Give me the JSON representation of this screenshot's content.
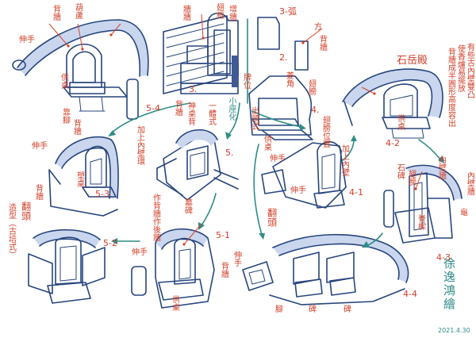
{
  "colors": {
    "ink": "#27457d",
    "annotation": "#d0402a",
    "arrow": "#2f8c86",
    "paper": "#ffffff"
  },
  "sketches": [
    {
      "id": "5-4",
      "number": "5-4",
      "labels": [
        "伸手",
        "背牆",
        "葫蘆",
        "供桌"
      ]
    },
    {
      "id": "3",
      "number": "3.",
      "labels": [
        "牆牆",
        "翅框",
        "增牆",
        "牌位",
        "3-弧",
        "2.",
        "方",
        "背牆"
      ]
    },
    {
      "id": "5-3",
      "number": "5-3",
      "labels": [
        "伸手",
        "背牆",
        "靠腳",
        "塑桌",
        "加上內壁環"
      ]
    },
    {
      "id": "5",
      "number": "5.",
      "labels": [
        "一體式",
        "小座化",
        "背牆",
        "神桌背",
        "出頭式"
      ]
    },
    {
      "id": "4",
      "number": "4.",
      "labels": [
        "菱角",
        "翅膀",
        "供桌"
      ]
    },
    {
      "id": "4-1",
      "number": "4-1",
      "labels": [
        "伸手",
        "加上內壁",
        "翅膀位置",
        "伸手"
      ]
    },
    {
      "id": "4-2",
      "number": "4-2",
      "labels": [
        "石岳殿",
        "有些古內壁雙凸",
        "使香爐易擺放",
        "背牆成半圓形高度容出",
        "供桌"
      ]
    },
    {
      "id": "4-3",
      "number": "4-3",
      "labels": [
        "內壁牆",
        "石碑",
        "翅膀",
        "內壁牆",
        "龜",
        "脊樑"
      ]
    },
    {
      "id": "5-1",
      "number": "5-1",
      "labels": [
        "墓碑",
        "作背牆作後牆",
        "伸手",
        "背牆",
        "供桌"
      ]
    },
    {
      "id": "5-2",
      "number": "5-2",
      "labels": [
        "背牆",
        "翻頭",
        "造型（古培式）"
      ]
    },
    {
      "id": "4-4",
      "number": "4-4",
      "labels": [
        "翻頭",
        "伸手",
        "腳",
        "碑",
        "碑"
      ]
    }
  ],
  "signature": {
    "name": "徐逸鴻繪",
    "date": "2021.4.30"
  }
}
